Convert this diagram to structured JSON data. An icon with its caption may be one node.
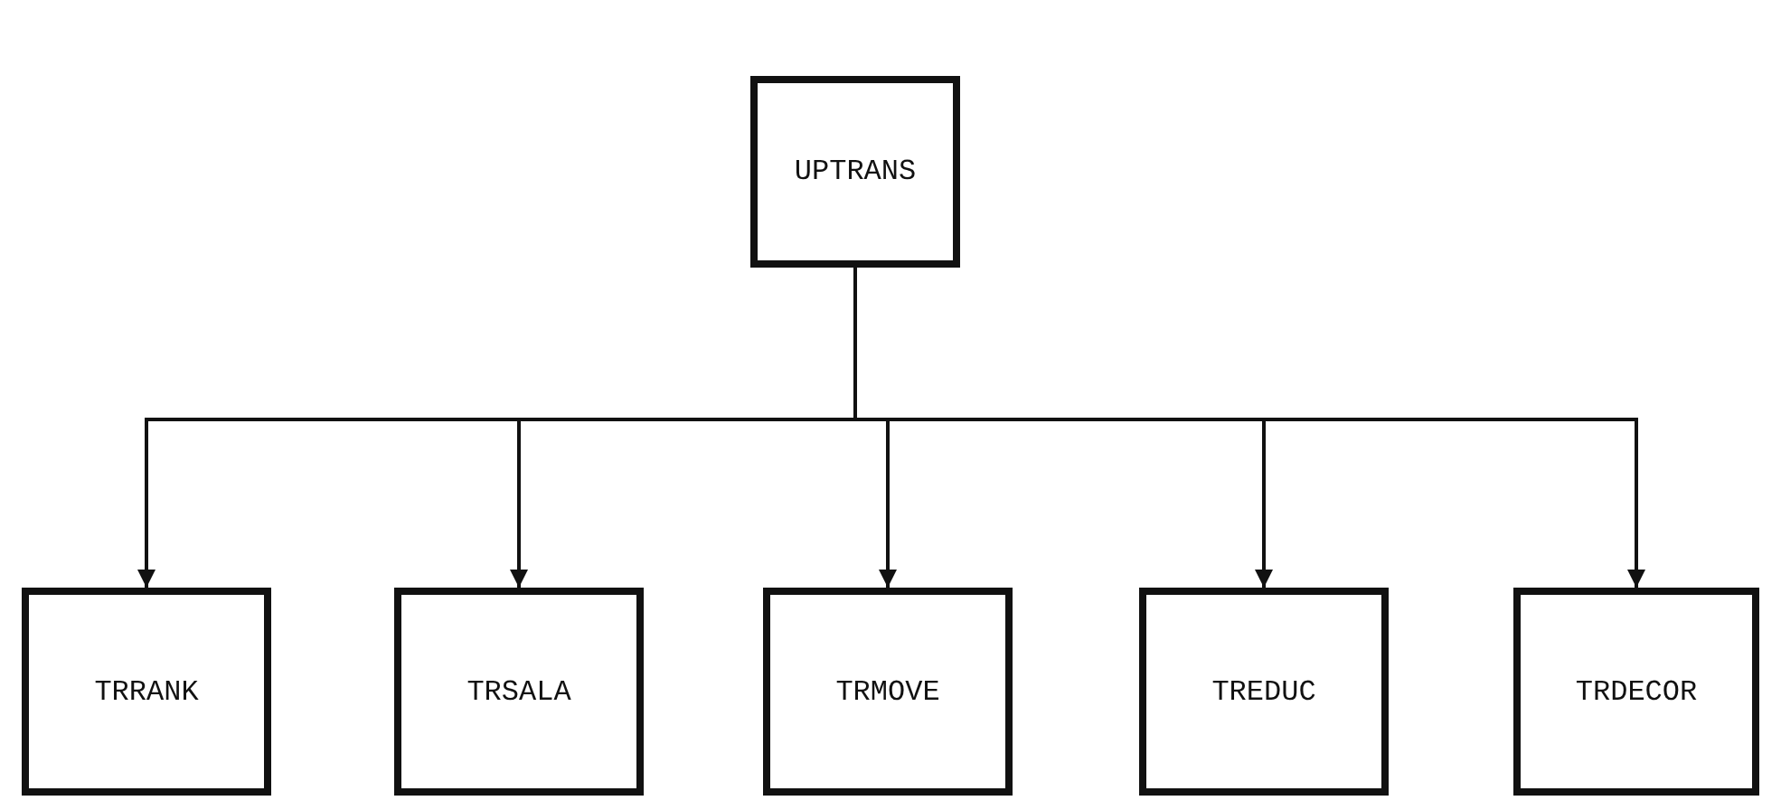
{
  "diagram": {
    "nodes": [
      {
        "text": [
          "UPTRANS"
        ]
      },
      {
        "text": [
          "TRRANK"
        ]
      },
      {
        "text": [
          "TRSALA"
        ]
      },
      {
        "text": [
          "TRMOVE"
        ]
      },
      {
        "text": [
          "TREDUC"
        ]
      },
      {
        "text": [
          "TRDECOR"
        ]
      }
    ],
    "edges": [
      {
        "from": 0,
        "to": 1,
        "arrow": "to"
      },
      {
        "from": 0,
        "to": 2,
        "arrow": "to"
      },
      {
        "from": 0,
        "to": 3,
        "arrow": "to"
      },
      {
        "from": 0,
        "to": 4,
        "arrow": "to"
      },
      {
        "from": 0,
        "to": 5,
        "arrow": "to"
      }
    ]
  }
}
